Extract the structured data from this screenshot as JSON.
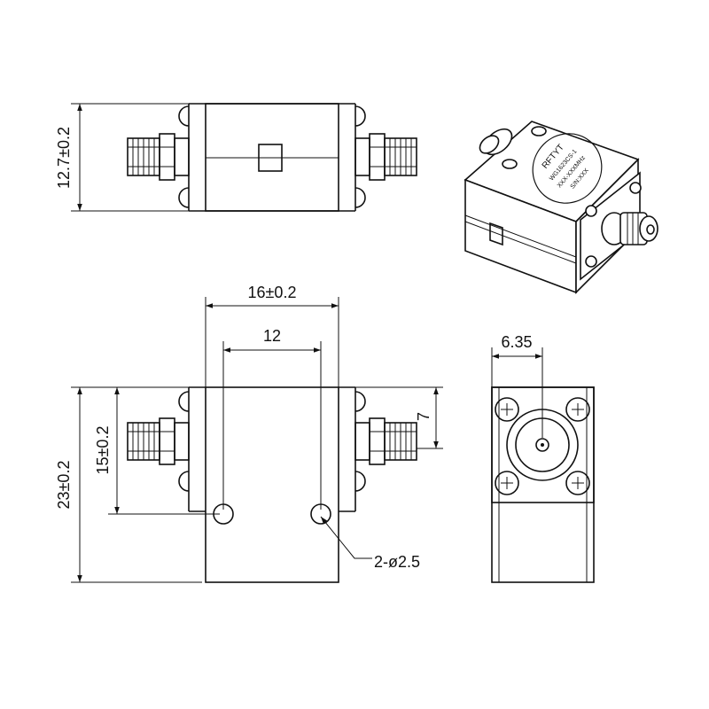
{
  "dimensions": {
    "top_view_height": "12.7±0.2",
    "body_width": "16±0.2",
    "hole_spacing": "12",
    "front_height": "23±0.2",
    "hole_height": "15±0.2",
    "connector_offset": "7",
    "flange_width": "6.35",
    "holes_callout": "2-ø2.5"
  },
  "marking": {
    "brand": "RFTYT",
    "model": "WG1623CS-1",
    "line3": "XXX-XXXMHz",
    "line4": "S/N:XXX"
  },
  "colors": {
    "line": "#111111",
    "background": "#ffffff"
  }
}
